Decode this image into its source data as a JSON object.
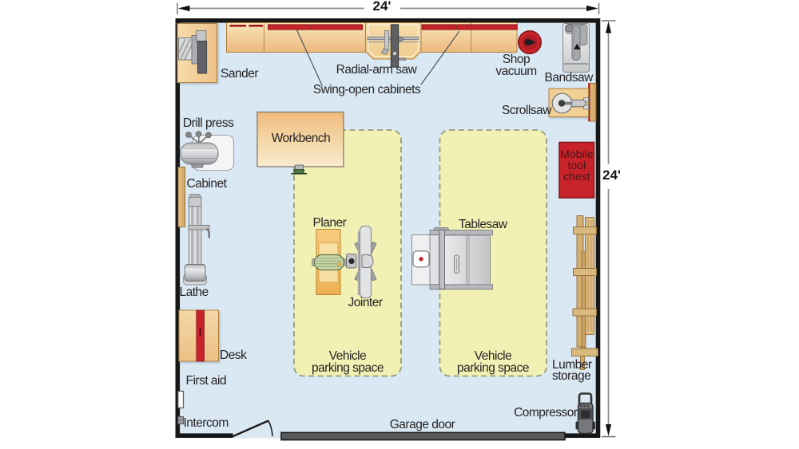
{
  "figure": {
    "type": "floor-plan",
    "subject": "Garage workshop layout, 24 ft by 24 ft"
  },
  "dimensions": {
    "top": "24'",
    "right": "24'"
  },
  "labels": {
    "sander": "Sander",
    "radial_arm_saw": "Radial-arm saw",
    "swing_open_cabinets": "Swing-open cabinets",
    "shop_vacuum": "Shop\nvacuum",
    "bandsaw": "Bandsaw",
    "scrollsaw": "Scrollsaw",
    "drill_press": "Drill press",
    "workbench": "Workbench",
    "cabinet": "Cabinet",
    "mobile_tool_chest": "Mobile\ntool\nchest",
    "planer": "Planer",
    "jointer": "Jointer",
    "tablesaw": "Tablesaw",
    "lathe": "Lathe",
    "desk": "Desk",
    "parking_left": "Vehicle\nparking space",
    "parking_right": "Vehicle\nparking space",
    "first_aid": "First aid",
    "intercom": "Intercom",
    "lumber_storage": "Lumber\nstorage",
    "compressor": "Compressor",
    "garage_door": "Garage door"
  },
  "colors": {
    "floor": "#d9e8f3",
    "wall": "#171717",
    "bench_tan": "#f3d69e",
    "accent_red": "#c8232b",
    "parking_fill": "#f2f1b4",
    "parking_dash": "#9a9a7d",
    "garage_door_gray": "#595a5c",
    "text": "#262324"
  }
}
